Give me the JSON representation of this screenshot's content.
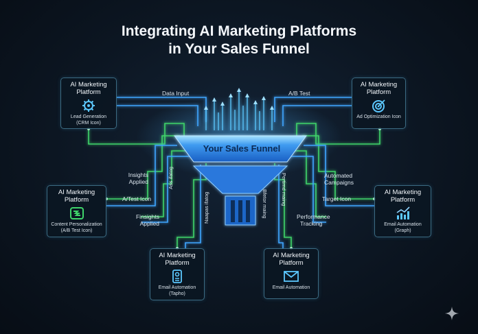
{
  "title": {
    "line1": "Integrating AI Marketing Platforms",
    "line2": "in Your Sales Funnel"
  },
  "funnel": {
    "label": "Your Sales Funnel"
  },
  "cards": [
    {
      "id": "top-left",
      "title_line1": "AI Marketing",
      "title_line2": "Platform",
      "sub_line1": "Lead Generation",
      "sub_line2": "(CRM Icon)",
      "icon": "gear-icon"
    },
    {
      "id": "top-right",
      "title_line1": "AI Marketing",
      "title_line2": "Platform",
      "sub_line1": "Ad Optimization Icon",
      "sub_line2": "",
      "icon": "target-icon"
    },
    {
      "id": "mid-left",
      "title_line1": "AI Marketing",
      "title_line2": "Platform",
      "sub_line1": "Content Personalization",
      "sub_line2": "(A/B Test Icon)",
      "icon": "ab-test-icon"
    },
    {
      "id": "mid-right",
      "title_line1": "AI Marketing",
      "title_line2": "Platform",
      "sub_line1": "Email Automation",
      "sub_line2": "(Graph)",
      "icon": "graph-icon"
    },
    {
      "id": "bottom-left",
      "title_line1": "AI Marketing",
      "title_line2": "Platform",
      "sub_line1": "Email Automation",
      "sub_line2": "(Tapho)",
      "icon": "document-icon"
    },
    {
      "id": "bottom-right",
      "title_line1": "AI Marketing",
      "title_line2": "Platform",
      "sub_line1": "Email Automation",
      "sub_line2": "",
      "icon": "envelope-icon"
    }
  ],
  "labels": {
    "data_input": "Data Input",
    "ab_test": "A/B Test",
    "insights_applied_1": "Insights",
    "insights_applied_1b": "Applied",
    "ab_test_icon": "A/Test Icon",
    "insights_applied_2": "Finsights",
    "insights_applied_2b": "Applied",
    "automated_campaigns_1": "Automated",
    "automated_campaigns_1b": "Campaigns",
    "target_icon": "Target Icon",
    "performance_tracking_1": "Performance",
    "performance_tracking_1b": "Tracking",
    "v_left_1": "Ass ifatog",
    "v_left_2": "Naapas ifatog",
    "v_right_1": "Pertimd maing",
    "v_right_2": "Bfetor maing"
  },
  "colors": {
    "wire_green": "#3fd46a",
    "wire_blue": "#3fa6ff",
    "funnel_top": "#8fd4ff",
    "funnel_body": "#2f7fe0"
  }
}
